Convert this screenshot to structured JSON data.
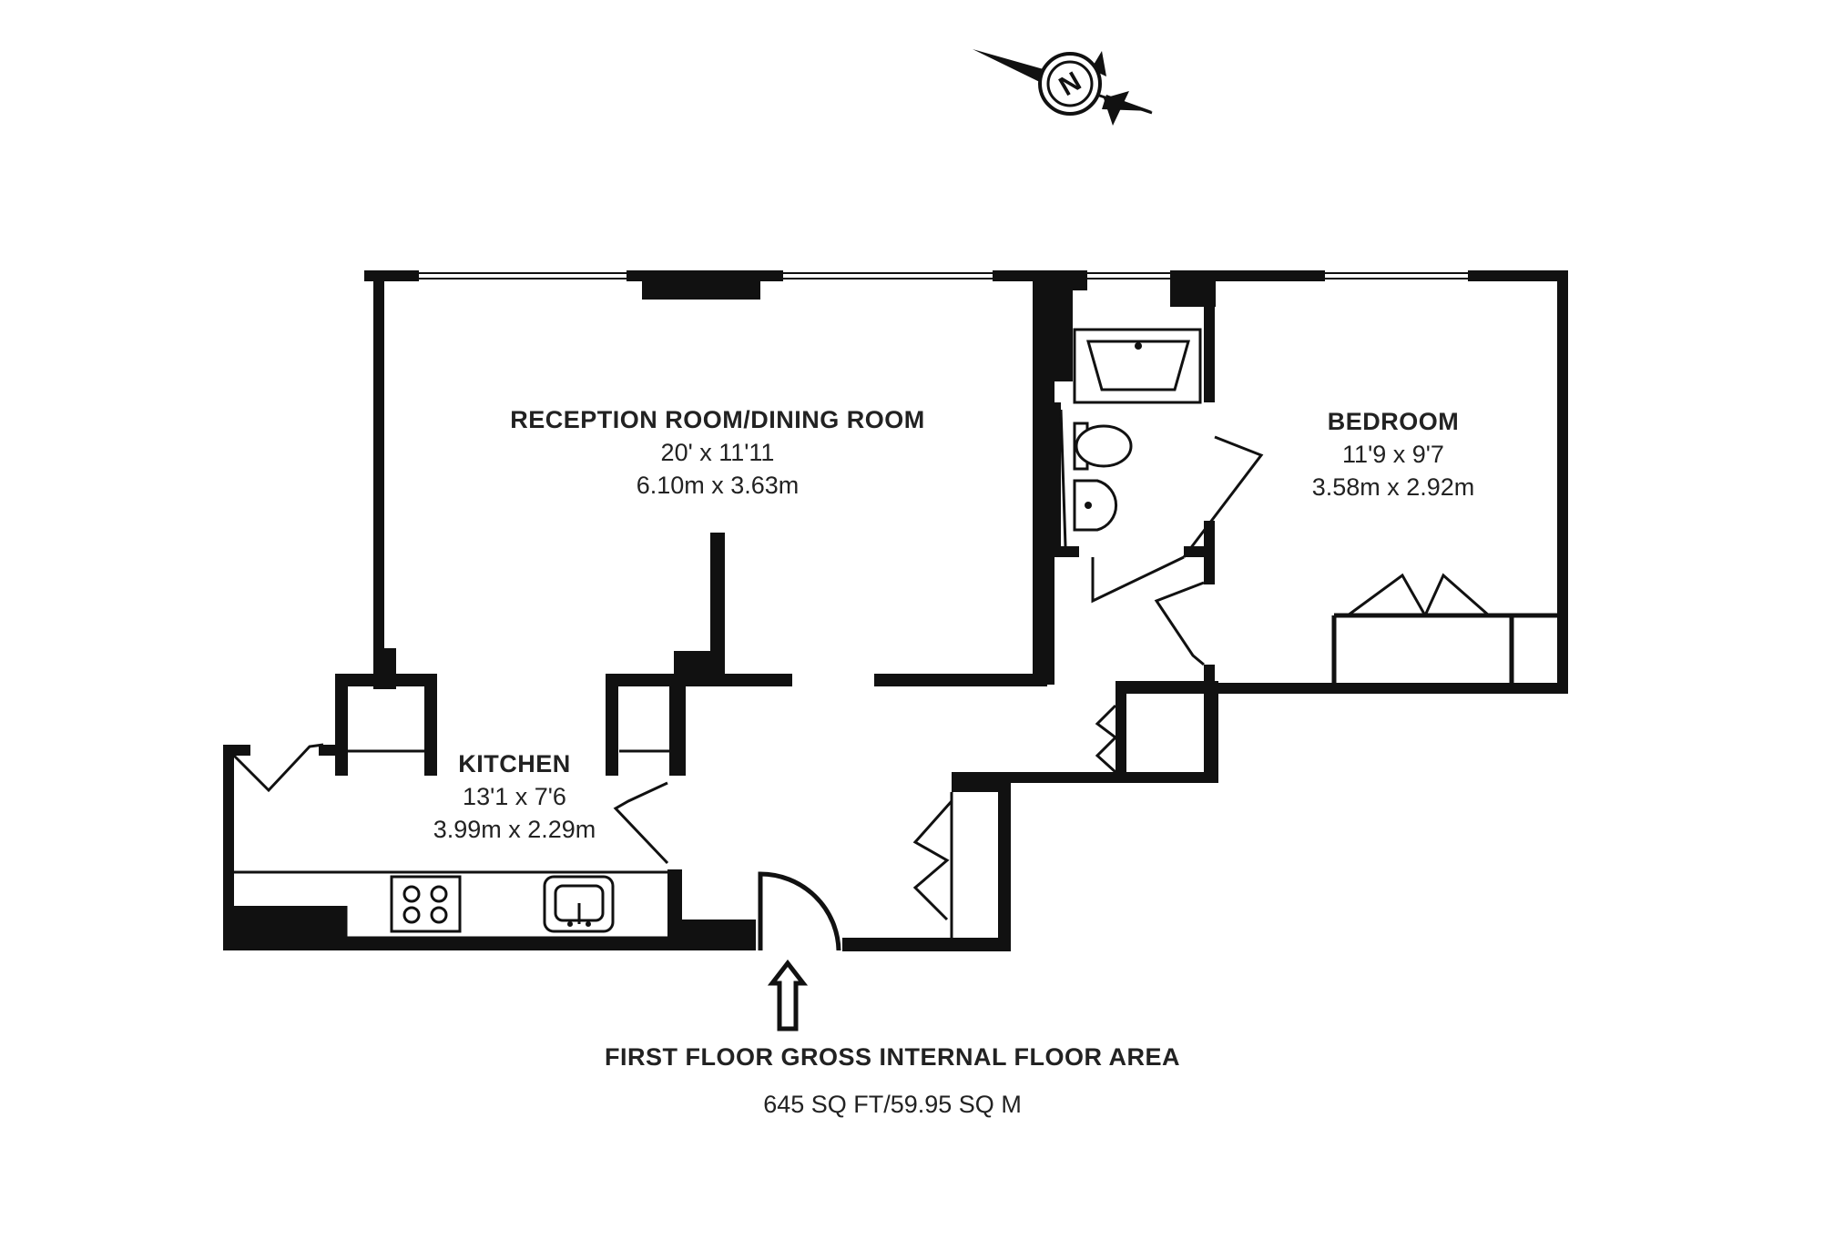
{
  "rooms": {
    "reception": {
      "name": "RECEPTION ROOM/DINING ROOM",
      "imperial": "20' x 11'11",
      "metric": "6.10m x 3.63m"
    },
    "bedroom": {
      "name": "BEDROOM",
      "imperial": "11'9 x 9'7",
      "metric": "3.58m x 2.92m"
    },
    "kitchen": {
      "name": "KITCHEN",
      "imperial": "13'1 x 7'6",
      "metric": "3.99m x 2.29m"
    }
  },
  "floor_area": {
    "title": "FIRST FLOOR GROSS INTERNAL FLOOR AREA",
    "value": "645 SQ FT/59.95 SQ M"
  },
  "compass": {
    "letter": "N"
  },
  "colors": {
    "wall": "#111111",
    "background": "#ffffff"
  }
}
